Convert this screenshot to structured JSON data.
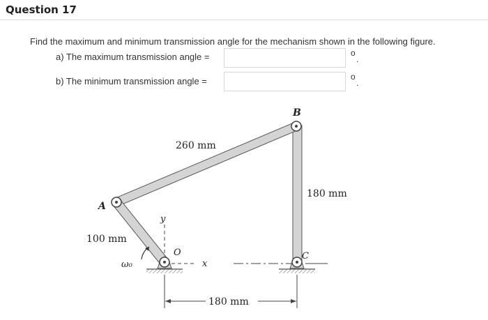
{
  "question": {
    "title": "Question 17",
    "prompt": "Find the maximum and minimum transmission angle for the mechanism shown in the following figure.",
    "items": [
      {
        "label": "a) The maximum transmission angle =",
        "value": "",
        "unit": "o"
      },
      {
        "label": "b) The minimum transmission angle =",
        "value": "",
        "unit": "o"
      }
    ]
  },
  "figure": {
    "label_B": "B",
    "label_A": "A",
    "label_C": "C",
    "label_O": "O",
    "label_y": "y",
    "label_x": "x",
    "label_omega": "ω₀",
    "dim_coupler": "260 mm",
    "dim_rocker": "180 mm",
    "dim_crank": "100 mm",
    "dim_ground": "180 mm"
  },
  "colors": {
    "link_fill": "#d4d4d4",
    "link_stroke": "#555555",
    "text": "#333333",
    "divider": "#d9d9d9"
  }
}
